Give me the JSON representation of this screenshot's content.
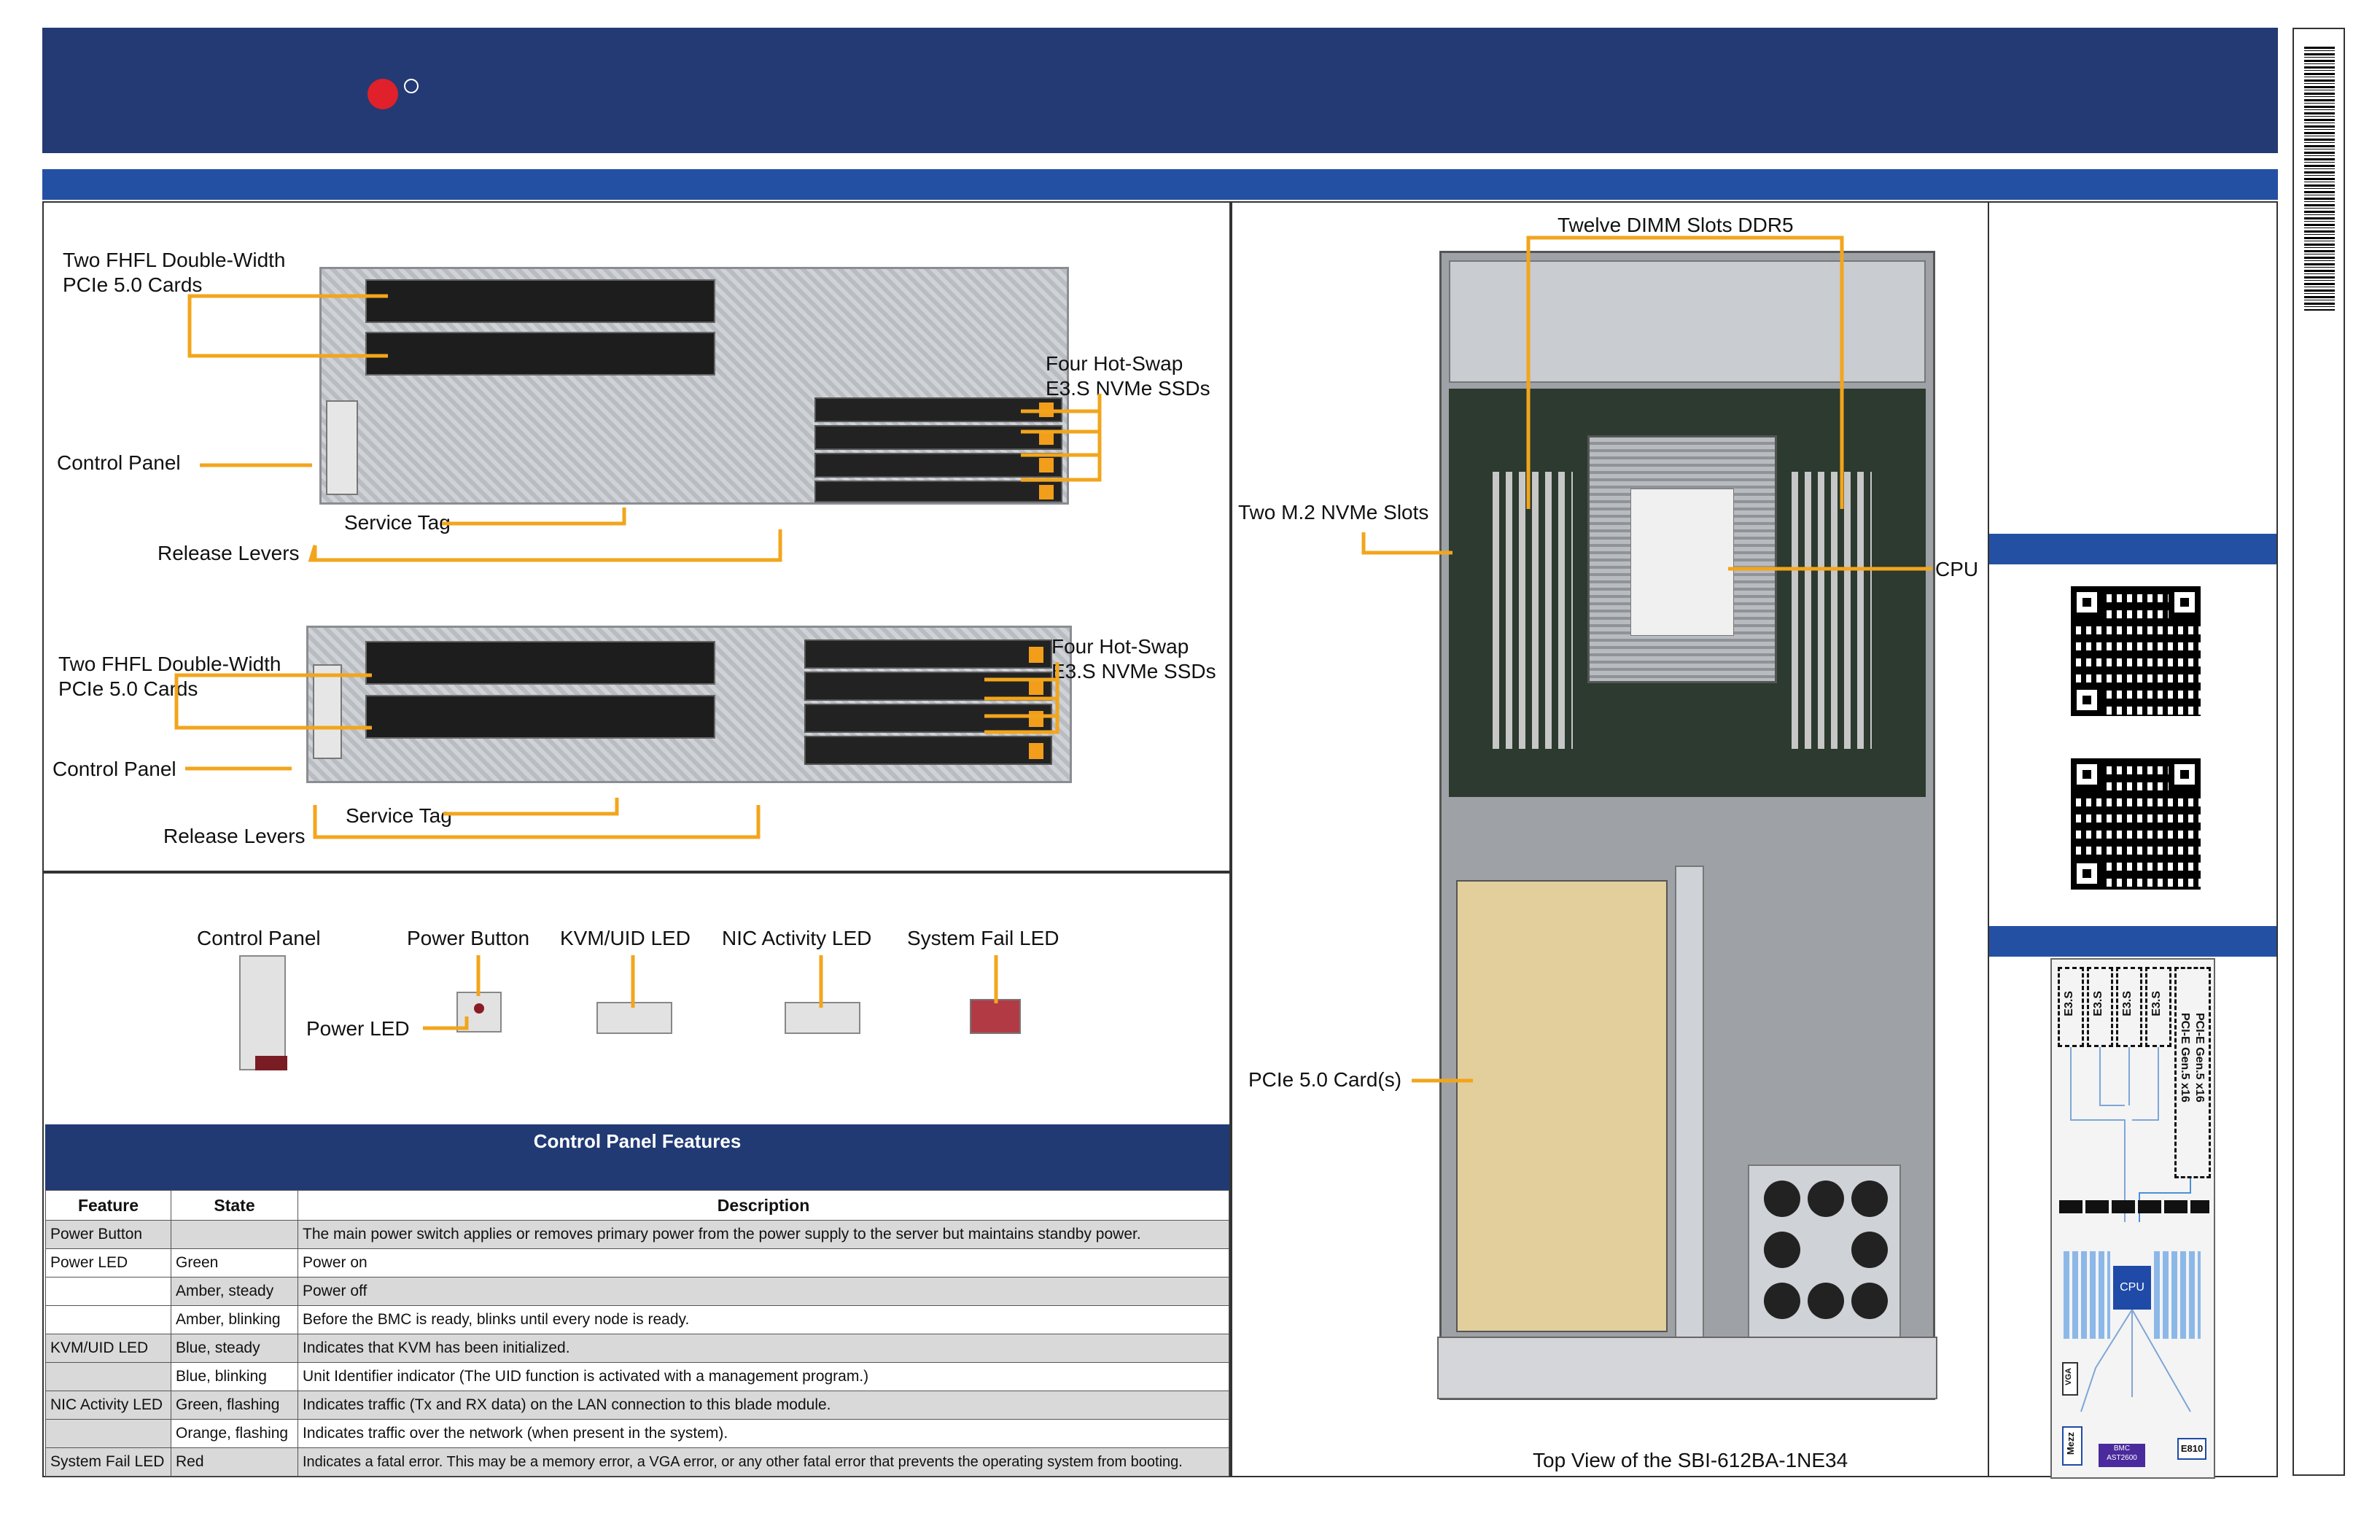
{
  "header": {
    "logo_colors": [
      "#e0202a",
      "#ffffff"
    ]
  },
  "front_views": {
    "view1": {
      "pcie": "Two FHFL Double-Width\nPCIe 5.0 Cards",
      "ssd": "Four Hot-Swap\nE3.S NVMe SSDs",
      "control_panel": "Control Panel",
      "service_tag": "Service Tag",
      "release_levers": "Release Levers"
    },
    "view2": {
      "pcie": "Two FHFL Double-Width\nPCIe 5.0 Cards",
      "ssd": "Four Hot-Swap\nE3.S NVMe SSDs",
      "control_panel": "Control Panel",
      "service_tag": "Service Tag",
      "release_levers": "Release Levers"
    }
  },
  "control_panel_labels": {
    "control_panel": "Control Panel",
    "power_button": "Power Button",
    "kvm_uid_led": "KVM/UID LED",
    "nic_activity_led": "NIC Activity LED",
    "system_fail_led": "System Fail LED",
    "power_led": "Power LED"
  },
  "features_table": {
    "title": "Control Panel Features",
    "headers": [
      "Feature",
      "State",
      "Description"
    ],
    "rows": [
      [
        "Power Button",
        "",
        "The main power switch applies or removes primary power from the power supply to the server but maintains standby power."
      ],
      [
        "Power LED",
        "Green",
        "Power on"
      ],
      [
        "",
        "Amber, steady",
        "Power off"
      ],
      [
        "",
        "Amber, blinking",
        "Before the BMC is ready, blinks until every node is ready."
      ],
      [
        "KVM/UID LED",
        "Blue, steady",
        "Indicates that KVM has been initialized."
      ],
      [
        "",
        "Blue, blinking",
        "Unit Identifier indicator (The UID function is activated with a management program.)"
      ],
      [
        "NIC Activity LED",
        "Green, flashing",
        "Indicates traffic (Tx and RX data) on the LAN connection to this blade module."
      ],
      [
        "",
        "Orange, flashing",
        "Indicates traffic over the network (when present in the system)."
      ],
      [
        "System Fail LED",
        "Red",
        "Indicates a fatal error. This may be a memory error, a VGA error, or any other fatal error that prevents the operating system from booting."
      ]
    ]
  },
  "top_view": {
    "dimm": "Twelve DIMM Slots DDR5",
    "m2": "Two M.2 NVMe Slots",
    "cpu": "CPU",
    "pcie": "PCIe 5.0 Card(s)",
    "caption": "Top View of the SBI-612BA-1NE34"
  },
  "block_diagram": {
    "e3_labels": [
      "E3.S",
      "E3.S",
      "E3.S",
      "E3.S"
    ],
    "pcie_labels": [
      "PCI-E Gen.5 x16",
      "PCI-E Gen.5 x16"
    ],
    "cpu": "CPU",
    "bmc": "BMC\nAST2600",
    "e810": "E810",
    "mezz": "Mezz",
    "vga": "VGA"
  }
}
